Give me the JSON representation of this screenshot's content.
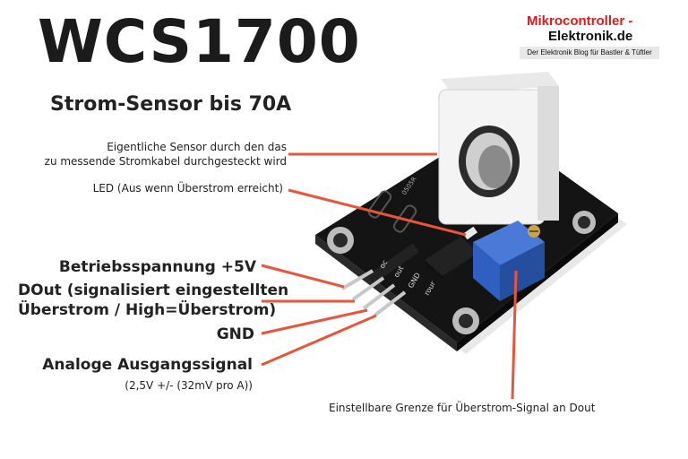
{
  "header": {
    "title": "WCS1700",
    "subtitle": "Strom-Sensor bis 70A"
  },
  "brand": {
    "name_line1": "Mikrocontroller -",
    "name_line2": "Elektronik.de",
    "tagline": "Der Elektronik Blog für Bastler & Tüftler"
  },
  "annotations": {
    "sensor_line1": "Eigentliche Sensor durch den das",
    "sensor_line2": "zu messende Stromkabel durchgesteckt wird",
    "led": "LED (Aus wenn Überstrom erreicht)",
    "vcc": "Betriebsspannung +5V",
    "dout_line1": "DOut (signalisiert eingestellten",
    "dout_line2": "Überstrom / High=Überstrom)",
    "gnd": "GND",
    "aout": "Analoge Ausgangssignal",
    "aout_detail": "(2,5V +/- (32mV pro A))",
    "potentiometer": "Einstellbare Grenze für Überstrom-Signal an Dout"
  },
  "board_silkscreen": {
    "pin_labels": [
      "oc",
      "out",
      "GND"
    ],
    "chip_marking": "0505R",
    "side_mark": "rour"
  },
  "colors": {
    "accent": "#e8553a",
    "brand_red": "#e01a1a",
    "pcb": "#141414",
    "potentiometer": "#2f5fc0",
    "sensor_housing": "#f4f4f4"
  }
}
